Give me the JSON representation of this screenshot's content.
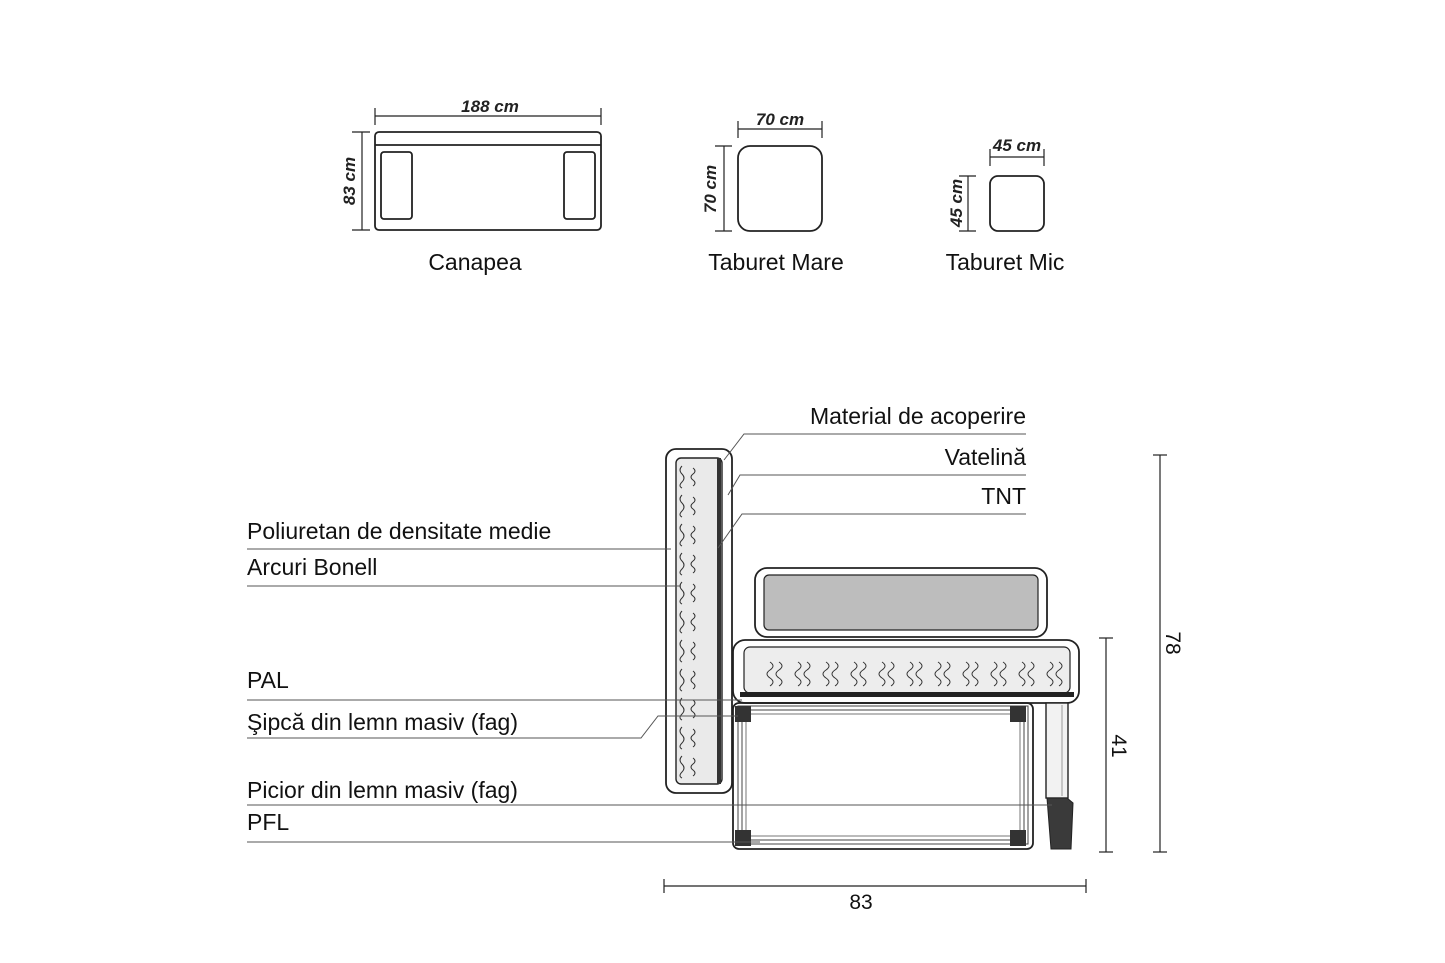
{
  "top_views": {
    "canapea": {
      "name": "Canapea",
      "width": "188 cm",
      "depth": "83 cm"
    },
    "taburet_mare": {
      "name": "Taburet Mare",
      "width": "70 cm",
      "depth": "70 cm"
    },
    "taburet_mic": {
      "name": "Taburet Mic",
      "width": "45 cm",
      "depth": "45 cm"
    }
  },
  "section": {
    "labels_right": [
      "Material de acoperire",
      "Vatelină",
      "TNT"
    ],
    "labels_left": [
      "Poliuretan de densitate medie",
      "Arcuri Bonell",
      "PAL",
      "Şipcă din lemn masiv (fag)",
      "Picior din lemn masiv (fag)",
      "PFL"
    ],
    "dim_depth": "83",
    "dim_height_total": "78",
    "dim_height_seat": "41"
  }
}
